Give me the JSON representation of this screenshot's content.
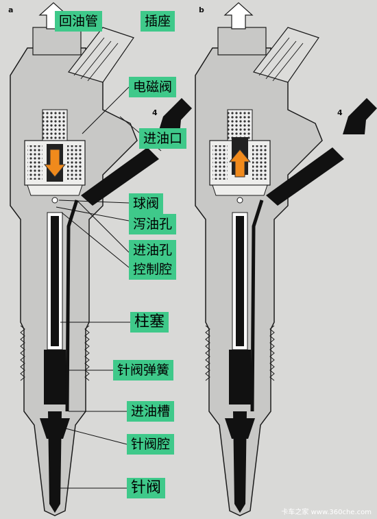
{
  "panels": {
    "left": "a",
    "right": "b"
  },
  "labels": {
    "return_pipe": "回油管",
    "socket": "插座",
    "solenoid_valve": "电磁阀",
    "inlet_port": "进油口",
    "ball_valve": "球阀",
    "drain_hole": "泻油孔",
    "inlet_hole": "进油孔",
    "control_chamber": "控制腔",
    "plunger": "柱塞",
    "needle_spring": "针阀弹簧",
    "inlet_groove": "进油槽",
    "needle_chamber": "针阀腔",
    "needle_valve": "针阀"
  },
  "markers": {
    "left_inlet": "4",
    "right_inlet": "4"
  },
  "watermark": "卡车之家 www.360che.com",
  "colors": {
    "label_bg": "#3fc98a",
    "body_fill": "#c8c8c6",
    "outline": "#1a1a1a",
    "flow_arrow": "#f08a1c"
  }
}
